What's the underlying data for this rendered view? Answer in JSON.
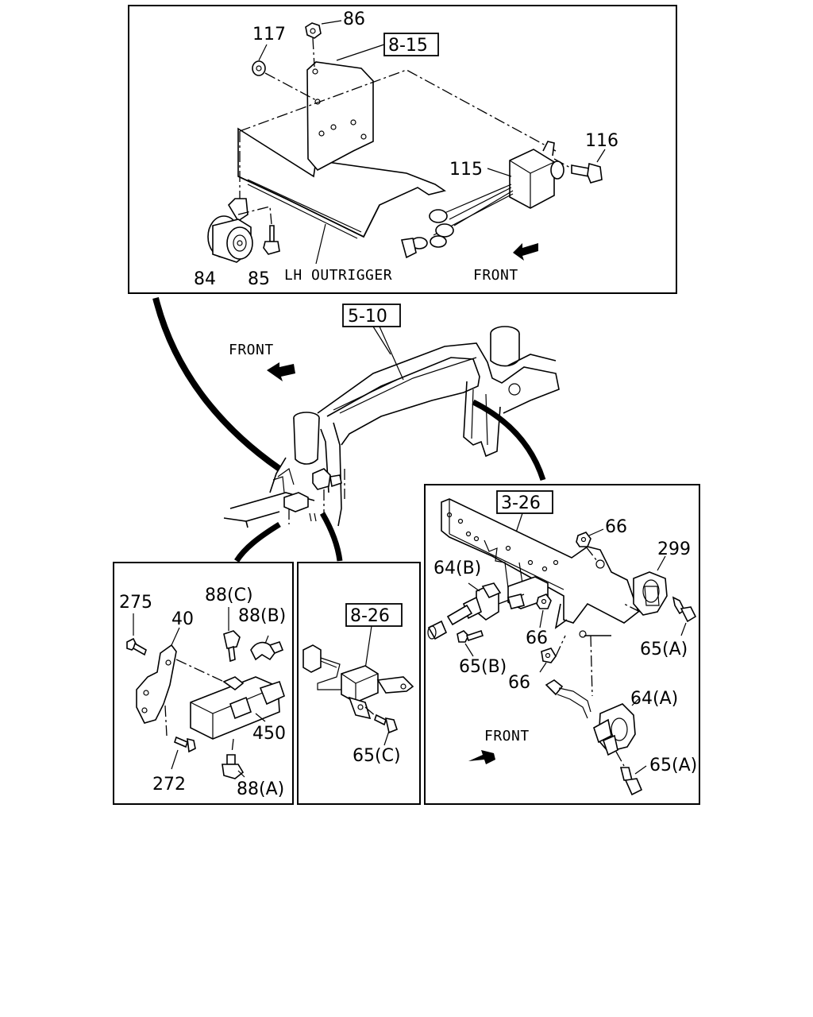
{
  "panels": {
    "top": {
      "ref_box": "8-15",
      "callouts": [
        "86",
        "117",
        "116",
        "115",
        "84",
        "85"
      ],
      "captions": [
        "LH OUTRIGGER",
        "FRONT"
      ]
    },
    "middle": {
      "ref_box": "5-10",
      "front_caption": "FRONT"
    },
    "left": {
      "callouts": [
        "275",
        "40",
        "88(C)",
        "88(B)",
        "450",
        "272",
        "88(A)"
      ]
    },
    "center": {
      "ref_box": "8-26",
      "callouts": [
        "65(C)"
      ]
    },
    "right": {
      "ref_box": "3-26",
      "callouts": [
        "66",
        "299",
        "64(B)",
        "66",
        "65(A)",
        "65(B)",
        "66",
        "64(A)",
        "65(A)"
      ],
      "front_caption": "FRONT"
    }
  }
}
